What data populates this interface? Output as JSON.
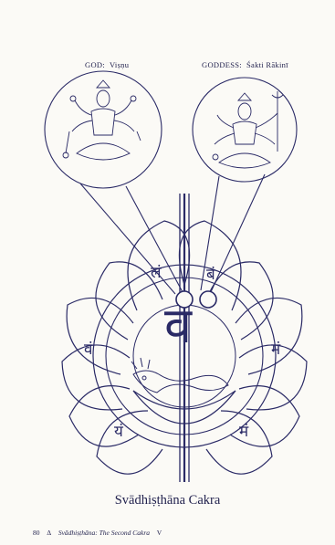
{
  "labels": {
    "god_key": "GOD:",
    "god_value": "Viṣṇu",
    "goddess_key": "GODDESS:",
    "goddess_value": "Śakti Rākinī"
  },
  "syllables": {
    "petal_top_left": "लं",
    "petal_top_right": "बं",
    "petal_left": "वं",
    "petal_right": "मं",
    "petal_bottom_left": "यं",
    "petal_bottom_right": "मं",
    "center_bija": "व"
  },
  "caption": "Svādhiṣṭhāna Cakra",
  "footer": {
    "page_number": "80",
    "separator": "∆",
    "chapter_title": "Svādhiṣṭhāna: The Second Cakra",
    "section": "V"
  },
  "colors": {
    "ink": "#2a2a66",
    "paper": "#fbfaf6"
  }
}
